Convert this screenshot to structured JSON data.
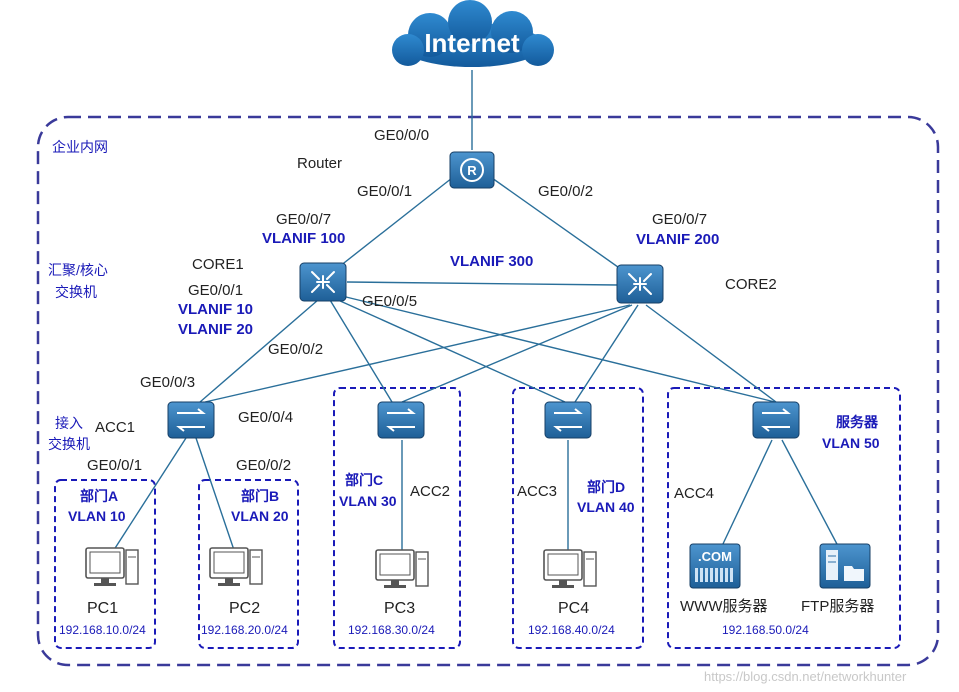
{
  "internet": {
    "label": "Internet"
  },
  "zones": {
    "enterprise": "企业内网",
    "core_line1": "汇聚/核心",
    "core_line2": "交换机",
    "access_line1": "接入",
    "access_line2": "交换机"
  },
  "router": {
    "name": "Router",
    "port_top": "GE0/0/0",
    "port_left": "GE0/0/1",
    "port_right": "GE0/0/2"
  },
  "core1": {
    "name": "CORE1",
    "port_router": "GE0/0/7",
    "vlanif_router": "VLANIF 100",
    "port_down": "GE0/0/1",
    "vlanif_a": "VLANIF 10",
    "vlanif_b": "VLANIF 20",
    "port_5": "GE0/0/5",
    "port_2": "GE0/0/2"
  },
  "core2": {
    "name": "CORE2",
    "port_router": "GE0/0/7",
    "vlanif_router": "VLANIF 200"
  },
  "interlink": {
    "vlanif": "VLANIF 300"
  },
  "acc1": {
    "name": "ACC1",
    "port_up": "GE0/0/3",
    "port_up2": "GE0/0/4",
    "port_a": "GE0/0/1",
    "port_b": "GE0/0/2"
  },
  "acc2": {
    "name": "ACC2"
  },
  "acc3": {
    "name": "ACC3"
  },
  "acc4": {
    "name": "ACC4"
  },
  "depts": [
    {
      "dept": "部门A",
      "vlan": "VLAN 10",
      "pc": "PC1",
      "subnet": "192.168.10.0/24"
    },
    {
      "dept": "部门B",
      "vlan": "VLAN 20",
      "pc": "PC2",
      "subnet": "192.168.20.0/24"
    },
    {
      "dept": "部门C",
      "vlan": "VLAN 30",
      "pc": "PC3",
      "subnet": "192.168.30.0/24"
    },
    {
      "dept": "部门D",
      "vlan": "VLAN 40",
      "pc": "PC4",
      "subnet": "192.168.40.0/24"
    }
  ],
  "servers": {
    "group": "服务器",
    "vlan": "VLAN 50",
    "www": "WWW服务器",
    "www_badge": ".COM",
    "ftp": "FTP服务器",
    "subnet": "192.168.50.0/24"
  },
  "watermark": "https://blog.csdn.net/networkhunter",
  "colors": {
    "zone_border": "#3a3a9a",
    "dept_border": "#1a1ab8",
    "link": "#2a6f9a",
    "device": "#2b6ea8",
    "cloud": "#1a6fb8",
    "label_blue": "#1a1ab8"
  }
}
